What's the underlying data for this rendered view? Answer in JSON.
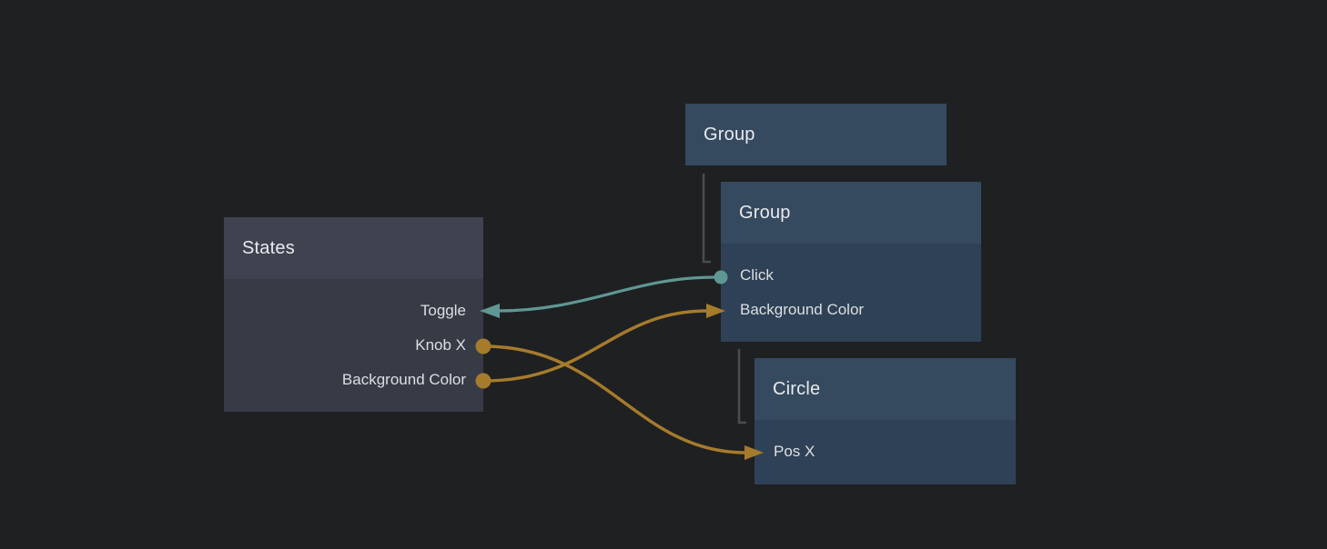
{
  "nodes": {
    "states": {
      "title": "States",
      "ports": [
        {
          "label": "Toggle",
          "type": "input"
        },
        {
          "label": "Knob X",
          "type": "output"
        },
        {
          "label": "Background Color",
          "type": "output"
        }
      ]
    },
    "group_outer": {
      "title": "Group"
    },
    "group_inner": {
      "title": "Group",
      "ports": [
        {
          "label": "Click",
          "type": "output"
        },
        {
          "label": "Background Color",
          "type": "input"
        }
      ]
    },
    "circle": {
      "title": "Circle",
      "ports": [
        {
          "label": "Pos X",
          "type": "input"
        }
      ]
    }
  },
  "connections": [
    {
      "from": "Group / Click",
      "to": "States / Toggle",
      "color_key": "wire_teal"
    },
    {
      "from": "States / Background Color",
      "to": "Group / Background Color",
      "color_key": "wire_orange"
    },
    {
      "from": "States / Knob X",
      "to": "Circle / Pos X",
      "color_key": "wire_orange"
    }
  ],
  "colors": {
    "background": "#1f2021",
    "states_header": "#3f4350",
    "states_body": "#373b46",
    "group_header": "#35495f",
    "group_body": "#2f4156",
    "wire_teal": "#5f9793",
    "wire_orange": "#a57b2c",
    "hierarchy_line": "#4a4c4e",
    "text_bright": "#e9ebee",
    "text_port": "#dcdfe2"
  }
}
